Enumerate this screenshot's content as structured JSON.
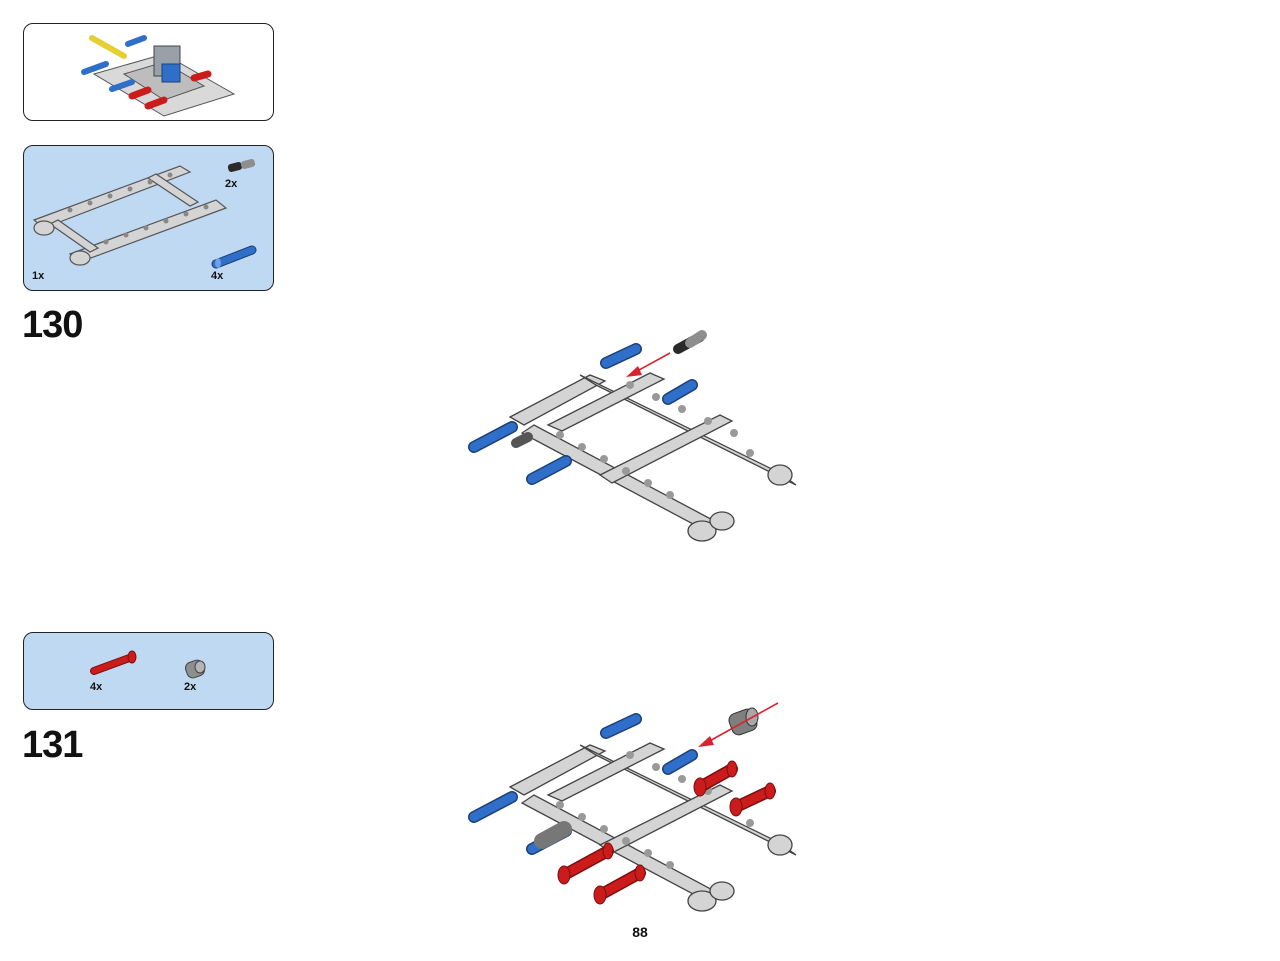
{
  "page": {
    "number": "88"
  },
  "steps": [
    {
      "number": "130",
      "parts": [
        {
          "qty": "1x",
          "icon": "lift-frame-icon"
        },
        {
          "qty": "2x",
          "icon": "black-gray-connector-icon"
        },
        {
          "qty": "4x",
          "icon": "blue-pin-icon"
        }
      ]
    },
    {
      "number": "131",
      "parts": [
        {
          "qty": "4x",
          "icon": "red-axle-pin-icon"
        },
        {
          "qty": "2x",
          "icon": "gray-bush-icon"
        }
      ]
    }
  ],
  "colors": {
    "callout_bg": "#bfd9f2",
    "frame_gray": "#d4d4d4",
    "pin_blue": "#2f6fc9",
    "pin_red": "#cc1b1b",
    "arrow_red": "#d9232e"
  }
}
